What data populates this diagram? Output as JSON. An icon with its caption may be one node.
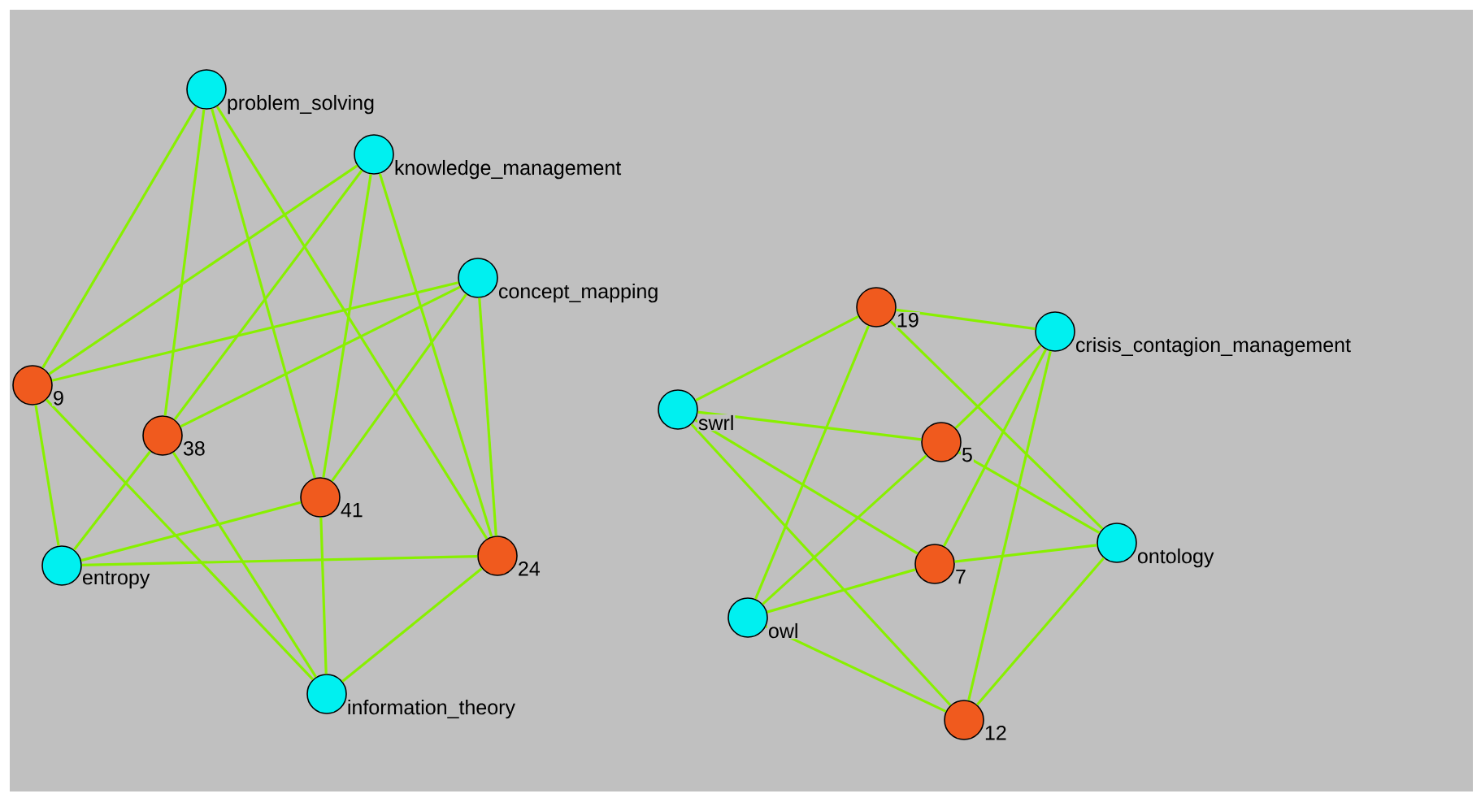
{
  "diagram": {
    "nodes": [
      {
        "text": [],
        "shape": "circle",
        "beside": [
          "problem_solving"
        ]
      },
      {
        "text": [],
        "shape": "circle",
        "beside": [
          "knowledge_management"
        ]
      },
      {
        "text": [],
        "shape": "circle",
        "beside": [
          "concept_mapping"
        ]
      },
      {
        "text": [],
        "shape": "circle",
        "beside": [
          "9"
        ]
      },
      {
        "text": [],
        "shape": "circle",
        "beside": [
          "38"
        ]
      },
      {
        "text": [],
        "shape": "circle",
        "beside": [
          "41"
        ]
      },
      {
        "text": [],
        "shape": "circle",
        "beside": [
          "24"
        ]
      },
      {
        "text": [],
        "shape": "circle",
        "beside": [
          "entropy"
        ]
      },
      {
        "text": [],
        "shape": "circle",
        "beside": [
          "information_theory"
        ]
      },
      {
        "text": [],
        "shape": "circle",
        "beside": [
          "19"
        ]
      },
      {
        "text": [],
        "shape": "circle",
        "beside": [
          "crisis_contagion_management"
        ]
      },
      {
        "text": [],
        "shape": "circle",
        "beside": [
          "swrl"
        ]
      },
      {
        "text": [],
        "shape": "circle",
        "beside": [
          "5"
        ]
      },
      {
        "text": [],
        "shape": "circle",
        "beside": [
          "7"
        ]
      },
      {
        "text": [],
        "shape": "circle",
        "beside": [
          "ontology"
        ]
      },
      {
        "text": [],
        "shape": "circle",
        "beside": [
          "owl"
        ]
      },
      {
        "text": [],
        "shape": "circle",
        "beside": [
          "12"
        ]
      }
    ],
    "edges": [
      {
        "from": 0,
        "to": 3,
        "arrow": "none"
      },
      {
        "from": 0,
        "to": 4,
        "arrow": "none"
      },
      {
        "from": 0,
        "to": 5,
        "arrow": "none"
      },
      {
        "from": 0,
        "to": 6,
        "arrow": "none"
      },
      {
        "from": 1,
        "to": 3,
        "arrow": "none"
      },
      {
        "from": 1,
        "to": 4,
        "arrow": "none"
      },
      {
        "from": 1,
        "to": 5,
        "arrow": "none"
      },
      {
        "from": 1,
        "to": 6,
        "arrow": "none"
      },
      {
        "from": 2,
        "to": 3,
        "arrow": "none"
      },
      {
        "from": 2,
        "to": 4,
        "arrow": "none"
      },
      {
        "from": 2,
        "to": 5,
        "arrow": "none"
      },
      {
        "from": 2,
        "to": 6,
        "arrow": "none"
      },
      {
        "from": 7,
        "to": 3,
        "arrow": "none"
      },
      {
        "from": 7,
        "to": 4,
        "arrow": "none"
      },
      {
        "from": 7,
        "to": 5,
        "arrow": "none"
      },
      {
        "from": 7,
        "to": 6,
        "arrow": "none"
      },
      {
        "from": 8,
        "to": 3,
        "arrow": "none"
      },
      {
        "from": 8,
        "to": 4,
        "arrow": "none"
      },
      {
        "from": 8,
        "to": 5,
        "arrow": "none"
      },
      {
        "from": 8,
        "to": 6,
        "arrow": "none"
      },
      {
        "from": 11,
        "to": 9,
        "arrow": "none"
      },
      {
        "from": 11,
        "to": 12,
        "arrow": "none"
      },
      {
        "from": 11,
        "to": 13,
        "arrow": "none"
      },
      {
        "from": 11,
        "to": 16,
        "arrow": "none"
      },
      {
        "from": 10,
        "to": 9,
        "arrow": "none"
      },
      {
        "from": 10,
        "to": 12,
        "arrow": "none"
      },
      {
        "from": 10,
        "to": 13,
        "arrow": "none"
      },
      {
        "from": 10,
        "to": 16,
        "arrow": "none"
      },
      {
        "from": 14,
        "to": 9,
        "arrow": "none"
      },
      {
        "from": 14,
        "to": 12,
        "arrow": "none"
      },
      {
        "from": 14,
        "to": 13,
        "arrow": "none"
      },
      {
        "from": 14,
        "to": 16,
        "arrow": "none"
      },
      {
        "from": 15,
        "to": 9,
        "arrow": "none"
      },
      {
        "from": 15,
        "to": 12,
        "arrow": "none"
      },
      {
        "from": 15,
        "to": 13,
        "arrow": "none"
      },
      {
        "from": 15,
        "to": 16,
        "arrow": "none"
      }
    ]
  }
}
